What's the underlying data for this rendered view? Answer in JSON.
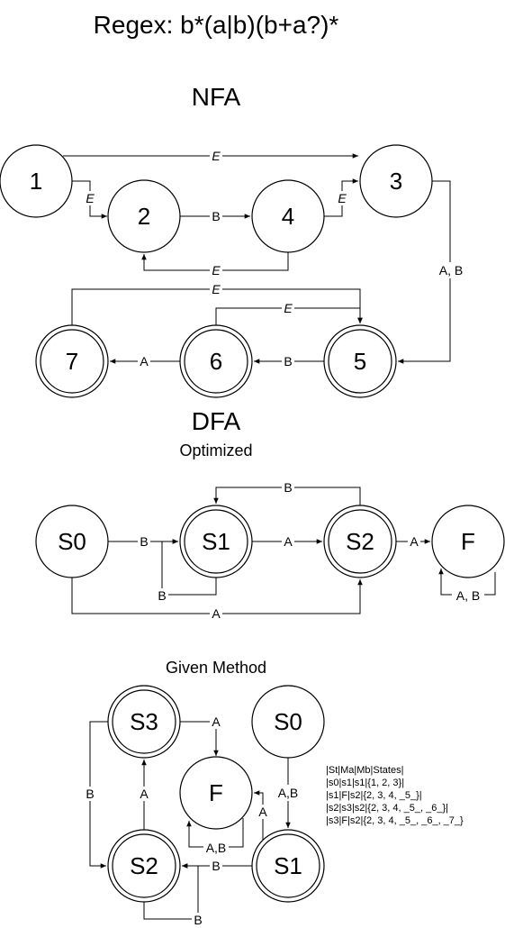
{
  "title": "Regex: b*(a|b)(b+a?)*",
  "nfa": {
    "heading": "NFA",
    "states": {
      "s1": "1",
      "s2": "2",
      "s3": "3",
      "s4": "4",
      "s5": "5",
      "s6": "6",
      "s7": "7"
    },
    "edges": {
      "e1_3": "E",
      "e1_2": "E",
      "e2_4": "B",
      "e4_3": "E",
      "e4_2": "E",
      "e3_5": "A, B",
      "e5_6": "B",
      "e6_7": "A",
      "e7_5": "E",
      "e6_5": "E"
    }
  },
  "dfa": {
    "heading": "DFA",
    "subheading": "Optimized",
    "states": {
      "s0": "S0",
      "s1": "S1",
      "s2": "S2",
      "f": "F"
    },
    "edges": {
      "s0_s1": "B",
      "s1_self": "B",
      "s1_s2": "A",
      "s2_s1": "B",
      "s2_f": "A",
      "f_self": "A, B",
      "s0_s2": "A"
    }
  },
  "given": {
    "heading": "Given Method",
    "states": {
      "s0": "S0",
      "s1": "S1",
      "s2": "S2",
      "s3": "S3",
      "f": "F"
    },
    "edges": {
      "s3_f": "A",
      "s0_s1": "A,B",
      "s1_f": "A",
      "s1_s2": "B",
      "s2_s3": "A",
      "s3_s2": "B",
      "s2_self": "B",
      "f_self": "A,B"
    },
    "table": [
      "|St|Ma|Mb|States|",
      "|s0|s1|s1|{1, 2, 3}|",
      "|s1|F|s2|{2, 3, 4, _5_}|",
      "|s2|s3|s2|{2, 3, 4, _5_, _6_}|",
      "|s3|F|s2|{2, 3, 4, _5_, _6_, _7_}"
    ]
  }
}
